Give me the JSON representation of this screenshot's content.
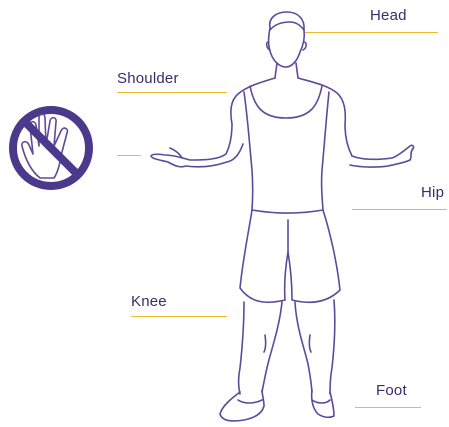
{
  "labels": {
    "head": "Head",
    "shoulder": "Shoulder",
    "hip": "Hip",
    "knee": "Knee",
    "foot": "Foot"
  },
  "icons": {
    "no_hand": "no-hand-icon"
  },
  "colors": {
    "outline": "#5b4b9a",
    "leader_line": "#f2b92c",
    "label_text": "#3a2c6b",
    "prohibition": "#4a3a8c"
  }
}
